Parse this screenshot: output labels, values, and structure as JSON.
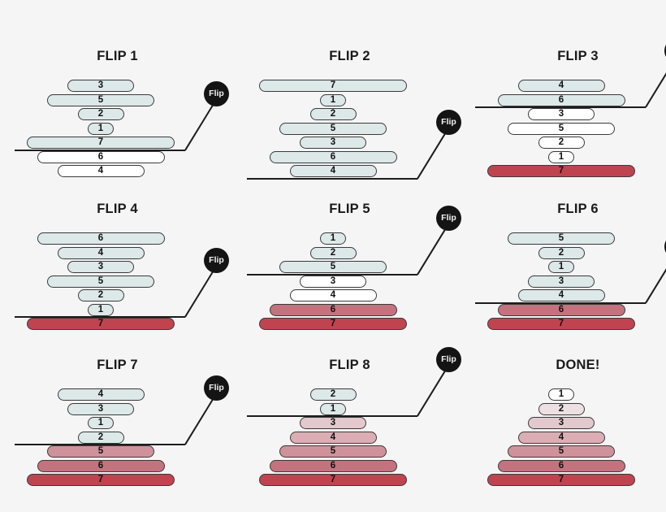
{
  "meta": {
    "background": "#f5f5f5",
    "flip_badge_label": "Flip",
    "colors": {
      "above_line_fill": "#dde8e8",
      "below_line_fill": "#ffffff",
      "outline": "#3a3a3a",
      "line": "#1c1c1c",
      "badge_bg": "#141414",
      "sorted_1": "#ffffff",
      "sorted_2": "#ece0e2",
      "sorted_3": "#e3c8cd",
      "sorted_4": "#daaeb4",
      "sorted_5": "#cf929b",
      "sorted_6": "#c4737e",
      "sorted_7": "#bf4450"
    }
  },
  "panels": [
    {
      "title": "FLIP 1",
      "flip_after_index": 4,
      "has_flip_marker": true,
      "stack": [
        {
          "value": 3,
          "sorted": false
        },
        {
          "value": 5,
          "sorted": false
        },
        {
          "value": 2,
          "sorted": false
        },
        {
          "value": 1,
          "sorted": false
        },
        {
          "value": 7,
          "sorted": false
        },
        {
          "value": 6,
          "sorted": false
        },
        {
          "value": 4,
          "sorted": false
        }
      ]
    },
    {
      "title": "FLIP 2",
      "flip_after_index": 6,
      "has_flip_marker": true,
      "stack": [
        {
          "value": 7,
          "sorted": false
        },
        {
          "value": 1,
          "sorted": false
        },
        {
          "value": 2,
          "sorted": false
        },
        {
          "value": 5,
          "sorted": false
        },
        {
          "value": 3,
          "sorted": false
        },
        {
          "value": 6,
          "sorted": false
        },
        {
          "value": 4,
          "sorted": false
        }
      ]
    },
    {
      "title": "FLIP 3",
      "flip_after_index": 1,
      "has_flip_marker": true,
      "stack": [
        {
          "value": 4,
          "sorted": false
        },
        {
          "value": 6,
          "sorted": false
        },
        {
          "value": 3,
          "sorted": false
        },
        {
          "value": 5,
          "sorted": false
        },
        {
          "value": 2,
          "sorted": false
        },
        {
          "value": 1,
          "sorted": false
        },
        {
          "value": 7,
          "sorted": true
        }
      ]
    },
    {
      "title": "FLIP 4",
      "flip_after_index": 5,
      "has_flip_marker": true,
      "stack": [
        {
          "value": 6,
          "sorted": false
        },
        {
          "value": 4,
          "sorted": false
        },
        {
          "value": 3,
          "sorted": false
        },
        {
          "value": 5,
          "sorted": false
        },
        {
          "value": 2,
          "sorted": false
        },
        {
          "value": 1,
          "sorted": false
        },
        {
          "value": 7,
          "sorted": true
        }
      ]
    },
    {
      "title": "FLIP 5",
      "flip_after_index": 2,
      "has_flip_marker": true,
      "stack": [
        {
          "value": 1,
          "sorted": false
        },
        {
          "value": 2,
          "sorted": false
        },
        {
          "value": 5,
          "sorted": false
        },
        {
          "value": 3,
          "sorted": false
        },
        {
          "value": 4,
          "sorted": false
        },
        {
          "value": 6,
          "sorted": true
        },
        {
          "value": 7,
          "sorted": true
        }
      ]
    },
    {
      "title": "FLIP 6",
      "flip_after_index": 4,
      "has_flip_marker": true,
      "stack": [
        {
          "value": 5,
          "sorted": false
        },
        {
          "value": 2,
          "sorted": false
        },
        {
          "value": 1,
          "sorted": false
        },
        {
          "value": 3,
          "sorted": false
        },
        {
          "value": 4,
          "sorted": false
        },
        {
          "value": 6,
          "sorted": true
        },
        {
          "value": 7,
          "sorted": true
        }
      ]
    },
    {
      "title": "FLIP 7",
      "flip_after_index": 3,
      "has_flip_marker": true,
      "stack": [
        {
          "value": 4,
          "sorted": false
        },
        {
          "value": 3,
          "sorted": false
        },
        {
          "value": 1,
          "sorted": false
        },
        {
          "value": 2,
          "sorted": false
        },
        {
          "value": 5,
          "sorted": true
        },
        {
          "value": 6,
          "sorted": true
        },
        {
          "value": 7,
          "sorted": true
        }
      ]
    },
    {
      "title": "FLIP 8",
      "flip_after_index": 1,
      "has_flip_marker": true,
      "stack": [
        {
          "value": 2,
          "sorted": false
        },
        {
          "value": 1,
          "sorted": false
        },
        {
          "value": 3,
          "sorted": true
        },
        {
          "value": 4,
          "sorted": true
        },
        {
          "value": 5,
          "sorted": true
        },
        {
          "value": 6,
          "sorted": true
        },
        {
          "value": 7,
          "sorted": true
        }
      ]
    },
    {
      "title": "DONE!",
      "flip_after_index": -1,
      "has_flip_marker": false,
      "stack": [
        {
          "value": 1,
          "sorted": true
        },
        {
          "value": 2,
          "sorted": true
        },
        {
          "value": 3,
          "sorted": true
        },
        {
          "value": 4,
          "sorted": true
        },
        {
          "value": 5,
          "sorted": true
        },
        {
          "value": 6,
          "sorted": true
        },
        {
          "value": 7,
          "sorted": true
        }
      ]
    }
  ]
}
